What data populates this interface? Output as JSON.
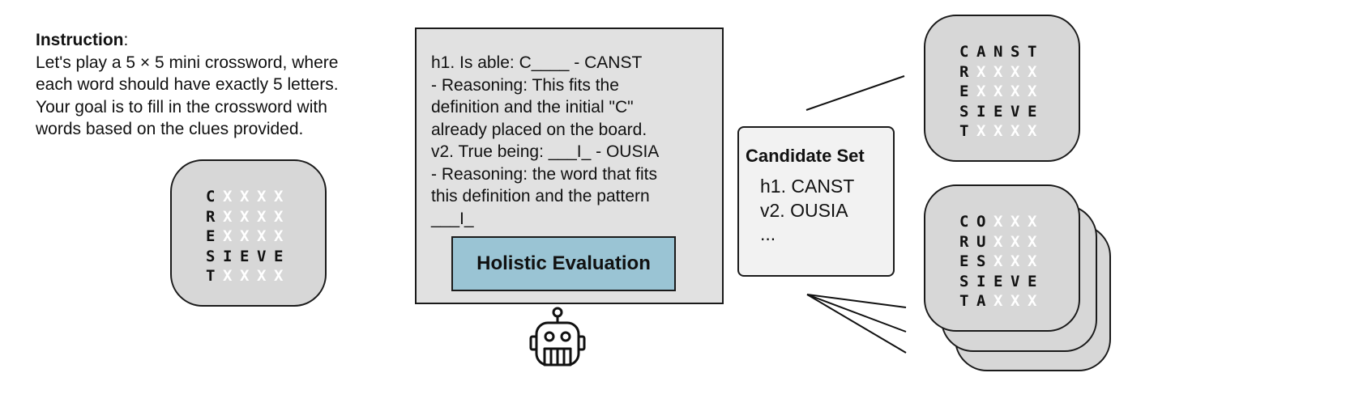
{
  "instruction": {
    "label": "Instruction",
    "colon": ":",
    "lines": [
      "Let's play a 5 × 5 mini crossword, where",
      "each word should have exactly 5 letters.",
      "Your goal is to fill in the crossword with",
      "words based on the clues provided."
    ]
  },
  "boards": {
    "initial": [
      "CXXXX",
      "RXXXX",
      "EXXXX",
      "SIEVE",
      "TXXXX"
    ],
    "result_top": [
      "CANST",
      "RXXXX",
      "EXXXX",
      "SIEVE",
      "TXXXX"
    ],
    "result_stack": [
      "COXXX",
      "RUXXX",
      "ESXXX",
      "SIEVE",
      "TAXXX"
    ]
  },
  "reasoning": {
    "lines": [
      "h1. Is able: C____ - CANST",
      "- Reasoning: This fits the",
      "definition and the initial \"C\"",
      "already placed on the board.",
      "v2. True being: ___I_ - OUSIA",
      "- Reasoning: the word that fits",
      "this definition and the pattern",
      "___I_"
    ],
    "evaluation_label": "Holistic Evaluation"
  },
  "candidates": {
    "title": "Candidate Set",
    "items": [
      "h1. CANST",
      "v2. OUSIA",
      "..."
    ]
  },
  "icons": {
    "agent": "robot-icon"
  },
  "colors": {
    "card_fill": "#d7d7d7",
    "panel_fill": "#e1e1e1",
    "evaluation_fill": "#9ac4d4",
    "candidate_fill": "#f2f2f2",
    "placeholder_letter": "#ffffff"
  }
}
